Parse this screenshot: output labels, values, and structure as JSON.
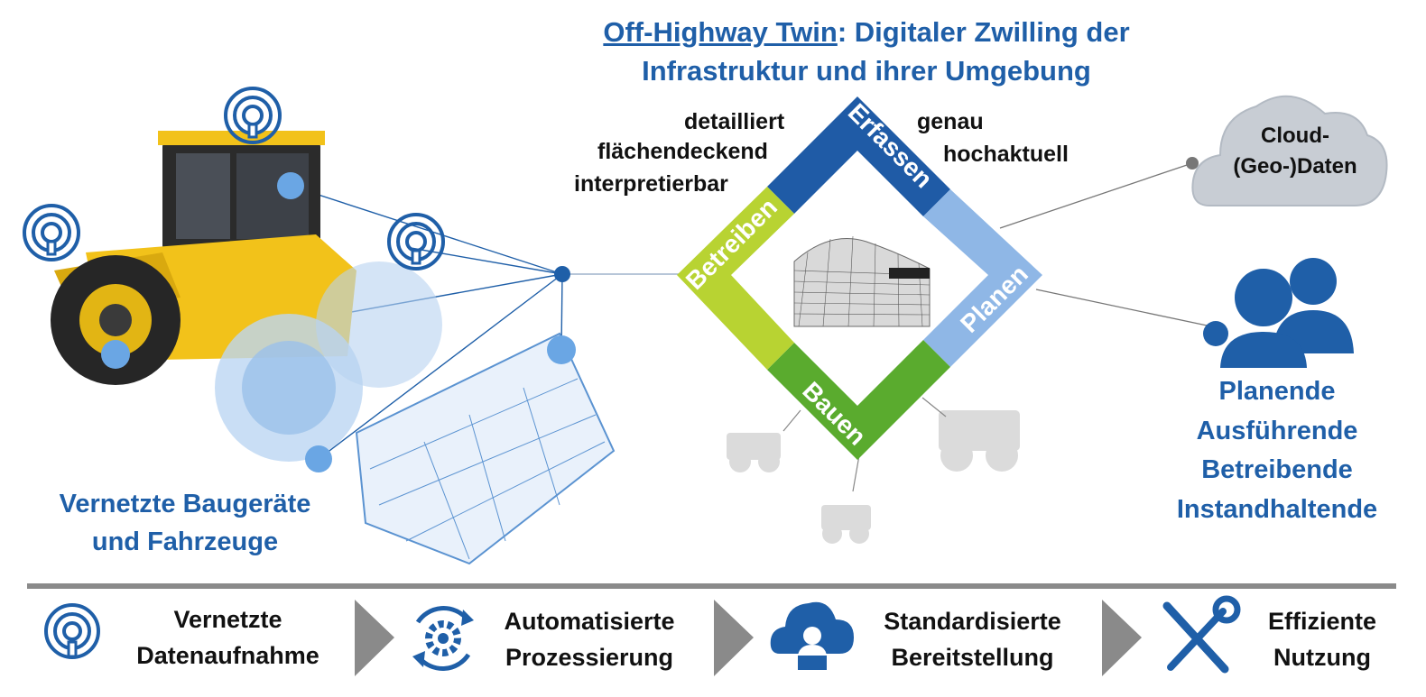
{
  "title": {
    "highlight": "Off-Highway Twin",
    "rest": ": Digitaler Zwilling  der",
    "line2": "Infrastruktur und ihrer Umgebung"
  },
  "attributes_left": [
    "detailliert",
    "flächendeckend",
    "interpretierbar"
  ],
  "attributes_right": [
    "genau",
    "hochaktuell"
  ],
  "cycle": {
    "segments": [
      {
        "label": "Erfassen",
        "color": "#1f5ba6"
      },
      {
        "label": "Planen",
        "color": "#8fb7e6"
      },
      {
        "label": "Bauen",
        "color": "#5aab2e"
      },
      {
        "label": "Betreiben",
        "color": "#b8d332"
      }
    ]
  },
  "cloud": {
    "line1": "Cloud-",
    "line2": "(Geo-)Daten"
  },
  "machines_label": {
    "line1": "Vernetzte Baugeräte",
    "line2": "und Fahrzeuge"
  },
  "users": [
    "Planende",
    "Ausführende",
    "Betreibende",
    "Instandhaltende"
  ],
  "process": [
    {
      "line1": "Vernetzte",
      "line2": "Datenaufnahme",
      "icon": "antenna-icon"
    },
    {
      "line1": "Automatisierte",
      "line2": "Prozessierung",
      "icon": "gear-cycle-icon"
    },
    {
      "line1": "Standardisierte",
      "line2": "Bereitstellung",
      "icon": "cloud-user-icon"
    },
    {
      "line1": "Effiziente",
      "line2": "Nutzung",
      "icon": "tools-icon"
    }
  ],
  "colors": {
    "brand_blue": "#1f5fa8",
    "arrow_gray": "#8a8a8a",
    "cloud_gray": "#c8cdd4",
    "loader_yellow": "#f2c21a"
  }
}
